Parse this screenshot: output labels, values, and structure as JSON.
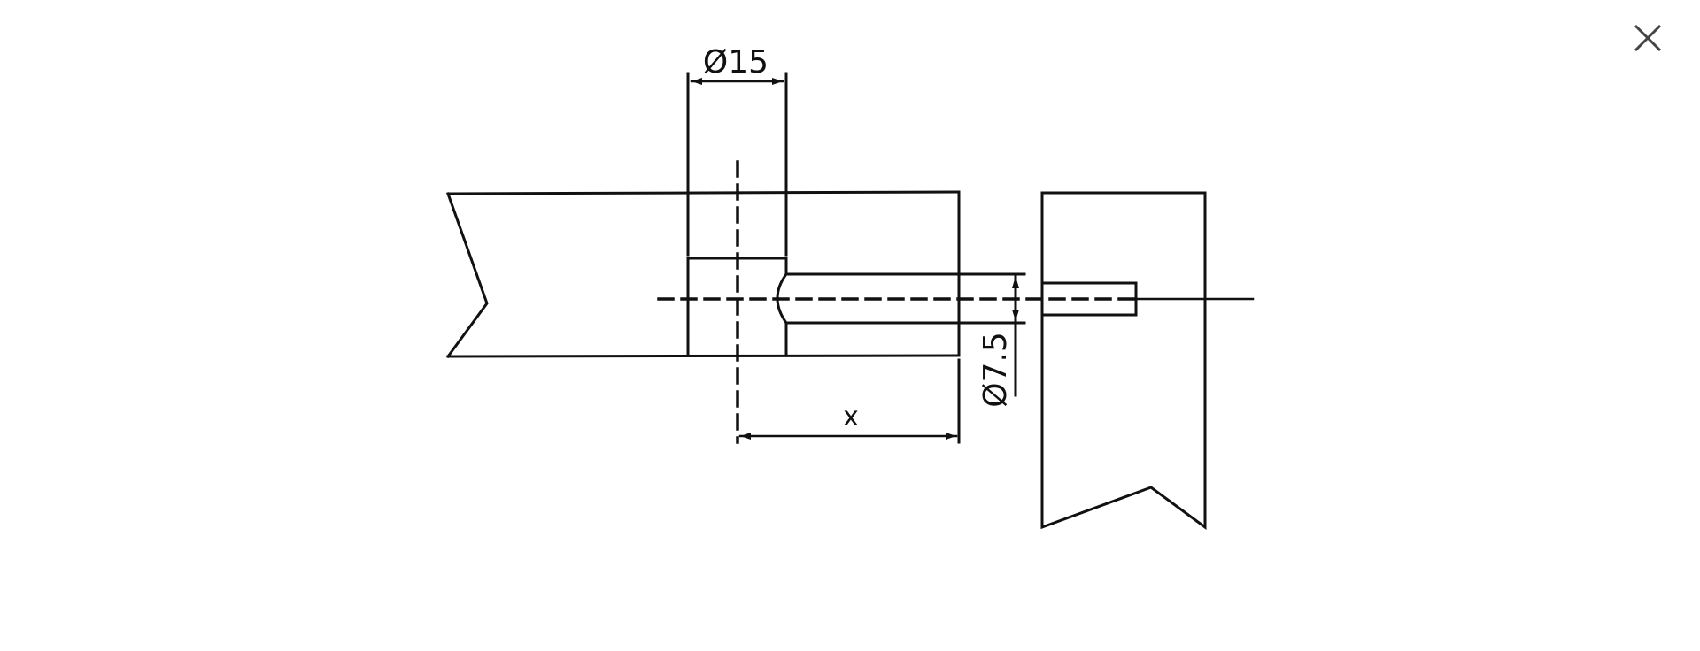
{
  "viewer": {
    "close_icon": "close-icon"
  },
  "drawing": {
    "dimension_diameter_large": "Ø15",
    "dimension_diameter_small": "Ø7.5",
    "dimension_distance": "x"
  }
}
